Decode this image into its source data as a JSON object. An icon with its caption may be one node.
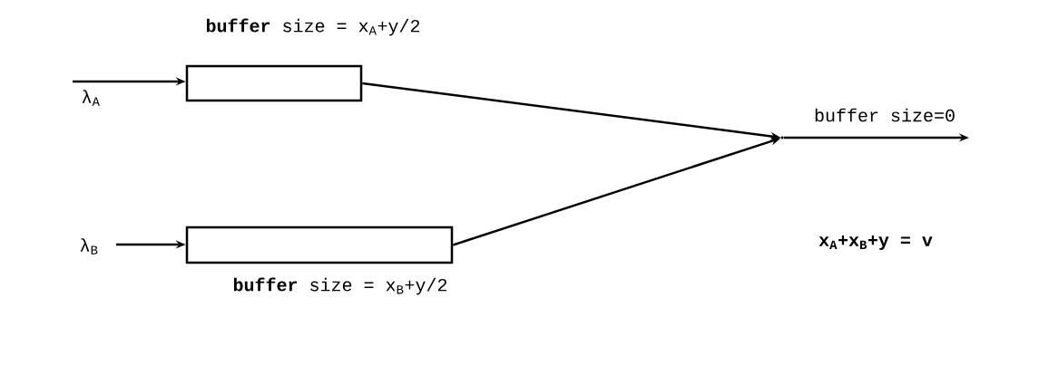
{
  "diagram": {
    "nodes": [
      {
        "text": [
          "λ$_{A}$"
        ]
      },
      {
        "text": [
          "**buffer** size = x$_{A}$+y/2"
        ]
      },
      {
        "text": [
          "λ$_{B}$"
        ]
      },
      {
        "text": [
          "**buffer** size = x$_{B}$+y/2"
        ]
      },
      {
        "text": [],
        "shape": "point"
      }
    ],
    "edges": [
      {
        "from": 0,
        "to": 1,
        "arrow": "to"
      },
      {
        "from": 2,
        "to": 3,
        "arrow": "to"
      },
      {
        "from": 1,
        "to": 4,
        "arrow": "to"
      },
      {
        "from": 3,
        "to": 4,
        "arrow": "to"
      },
      {
        "from": 4,
        "to": null,
        "arrow": "to",
        "label": "buffer size=0"
      }
    ],
    "labels": [
      "x$_{A}$+x$_{B}$+y = v"
    ]
  }
}
